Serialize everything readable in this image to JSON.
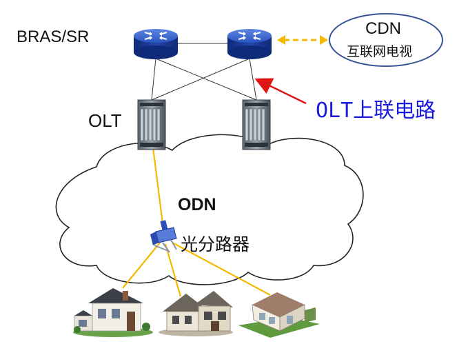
{
  "labels": {
    "bras": "BRAS/SR",
    "olt": "OLT",
    "odn": "ODN",
    "splitter": "光分路器",
    "cdn": "CDN",
    "cdn_sub": "互联网电视",
    "uplink": "OLT上联电路"
  },
  "icons": {
    "router": "router-icon",
    "olt": "olt-rack-icon",
    "splitter": "optical-splitter-icon",
    "house": "house-icon",
    "cloud": "odn-cloud",
    "cdn": "cdn-ellipse"
  },
  "colors": {
    "router_blue": "#1b3fa8",
    "fiber": "#f5b800",
    "cdn_link": "#f5b800",
    "annotation_arrow": "#e01515",
    "annotation_text": "#1a1adf",
    "cdn_border": "#3a5596"
  }
}
